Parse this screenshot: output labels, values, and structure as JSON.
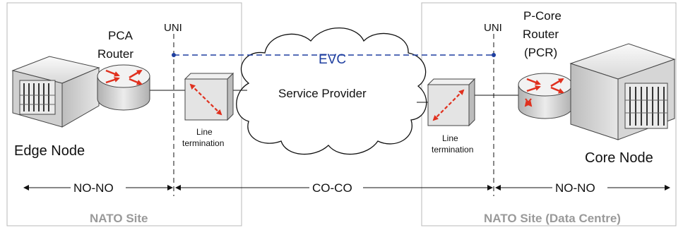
{
  "labels": {
    "left_uni": "UNI",
    "right_uni": "UNI",
    "pca_line1": "PCA",
    "pca_line2": "Router",
    "pcr_line1": "P-Core",
    "pcr_line2": "Router",
    "pcr_line3": "(PCR)",
    "evc": "EVC",
    "service_provider": "Service Provider",
    "edge_node": "Edge Node",
    "core_node": "Core Node",
    "lt_left_line1": "Line",
    "lt_left_line2": "termination",
    "lt_right_line1": "Line",
    "lt_right_line2": "termination",
    "no_no_left": "NO-NO",
    "co_co": "CO-CO",
    "no_no_right": "NO-NO",
    "site_left": "NATO Site",
    "site_right": "NATO Site (Data Centre)"
  },
  "colors": {
    "evc": "#1f3fa0",
    "arrow_red": "#e0301e",
    "site_text": "#9a9a9a",
    "box_border": "#b8b8b8"
  }
}
